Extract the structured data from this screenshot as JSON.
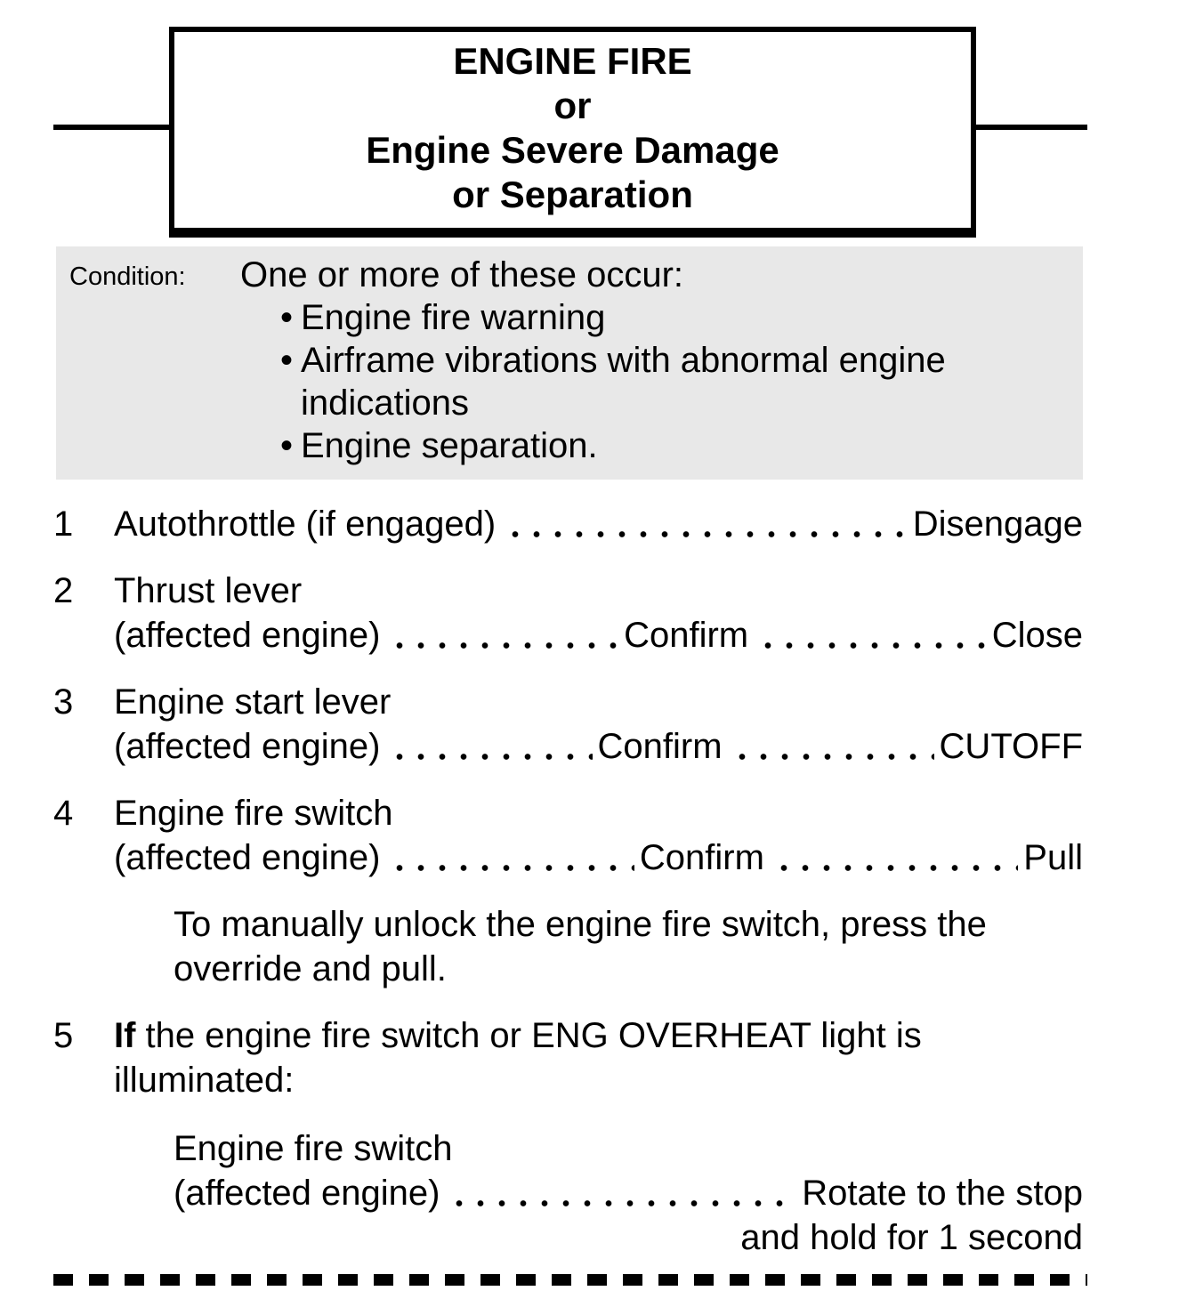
{
  "colors": {
    "condition_bg": "#e8e8e8",
    "text": "#000000",
    "rule": "#000000"
  },
  "title": {
    "line1": "ENGINE FIRE",
    "line2": "or",
    "line3": "Engine Severe Damage",
    "line4": "or Separation"
  },
  "condition": {
    "label": "Condition:",
    "intro": "One or more of these occur:",
    "bullet_char": "•",
    "bullets": [
      "Engine fire warning",
      "Airframe vibrations with abnormal engine indications",
      "Engine separation."
    ]
  },
  "checklist": [
    {
      "num": "1",
      "title": "Autothrottle (if engaged)",
      "action": "Disengage"
    },
    {
      "num": "2",
      "title": "Thrust lever",
      "sub_left": "(affected engine)",
      "confirm": "Confirm",
      "action": "Close"
    },
    {
      "num": "3",
      "title": "Engine start lever",
      "sub_left": "(affected engine)",
      "confirm": "Confirm",
      "action": "CUTOFF"
    },
    {
      "num": "4",
      "title": "Engine fire switch",
      "sub_left": "(affected engine)",
      "confirm": "Confirm",
      "action": "Pull",
      "note": "To manually unlock the engine fire switch, press the override and pull."
    },
    {
      "num": "5",
      "bold_prefix": "If",
      "text": " the engine fire switch or ENG OVERHEAT light is illuminated:",
      "sub_title": "Engine fire switch",
      "sub_left": "(affected engine)",
      "action": "Rotate to the stop",
      "action_line2": "and hold for 1 second"
    }
  ]
}
